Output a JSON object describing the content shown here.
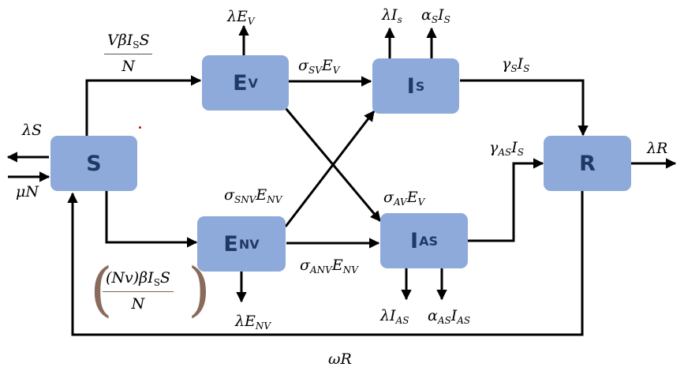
{
  "compartments": {
    "S": {
      "label": "S"
    },
    "EV": {
      "label": "E",
      "sub": "V"
    },
    "ENV": {
      "label": "E",
      "sub": "NV"
    },
    "IS": {
      "label": "I",
      "sub": "S"
    },
    "IAS": {
      "label": "I",
      "sub": "AS"
    },
    "R": {
      "label": "R"
    }
  },
  "flows": {
    "lambda_S": {
      "main": "λS"
    },
    "mu_N": {
      "main": "μN"
    },
    "to_EV": {
      "numerator": "VβI",
      "num_sub": "S",
      "num_tail": "S",
      "denominator": "N"
    },
    "to_ENV": {
      "numerator": "(Nv)βI",
      "num_sub": "S",
      "num_tail": "S",
      "denominator": "N"
    },
    "lambda_EV": {
      "main": "λE",
      "sub": "V"
    },
    "sigma_SV": {
      "pre": "σ",
      "pre_sub": "SV",
      "main": "E",
      "sub": "V"
    },
    "lambda_IS": {
      "main": "λI",
      "sub": "s"
    },
    "alpha_S": {
      "pre": "α",
      "pre_sub": "S",
      "main": "I",
      "sub": "S"
    },
    "gamma_S": {
      "pre": "γ",
      "pre_sub": "S",
      "main": "I",
      "sub": "S"
    },
    "sigma_SNV": {
      "pre": "σ",
      "pre_sub": "SNV",
      "main": "E",
      "sub": "NV"
    },
    "sigma_AV": {
      "pre": "σ",
      "pre_sub": "AV",
      "main": "E",
      "sub": "V"
    },
    "sigma_ANV": {
      "pre": "σ",
      "pre_sub": "ANV",
      "main": "E",
      "sub": "NV"
    },
    "gamma_AS": {
      "pre": "γ",
      "pre_sub": "AS",
      "main": "I",
      "sub": "S"
    },
    "lambda_R": {
      "main": "λR"
    },
    "lambda_ENV": {
      "main": "λE",
      "sub": "NV"
    },
    "lambda_IAS": {
      "main": "λI",
      "sub": "AS"
    },
    "alpha_AS": {
      "pre": "α",
      "pre_sub": "AS",
      "main": "I",
      "sub": "AS"
    },
    "omega_R": {
      "main": "ωR"
    }
  },
  "colors": {
    "box_fill": "#8eaadb",
    "box_text": "#203864",
    "arrow": "#000000",
    "paren": "#8a6a5a",
    "marker_dot": "#e00000"
  }
}
